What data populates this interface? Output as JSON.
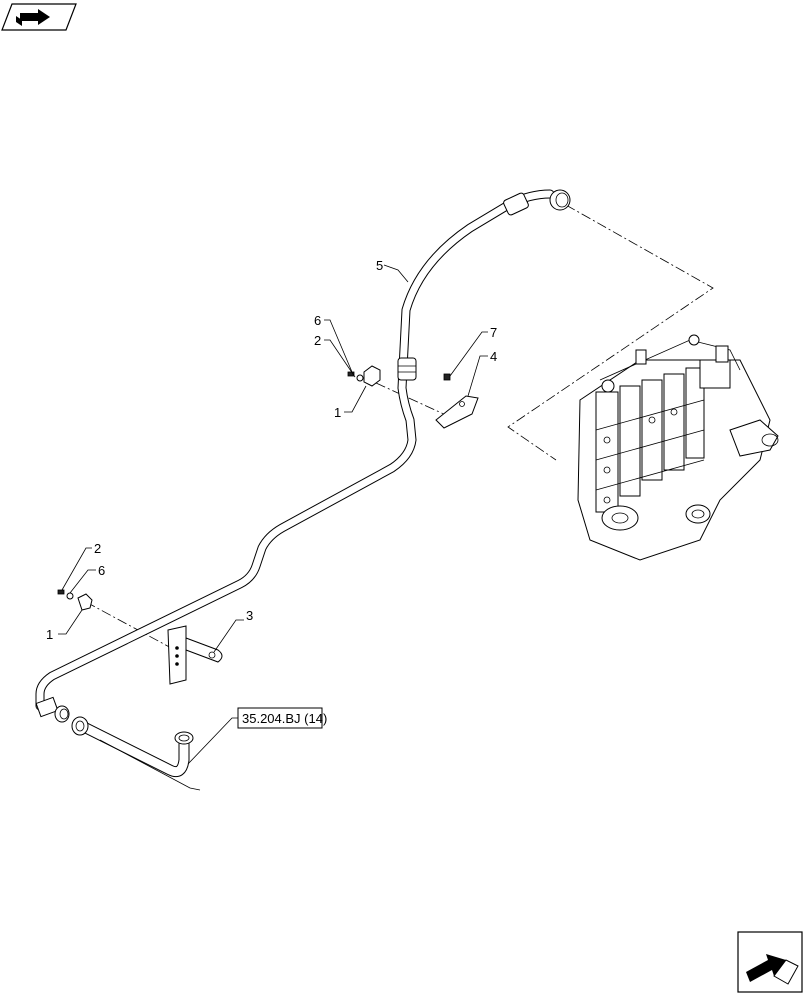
{
  "callouts": [
    {
      "id": "c5",
      "label": "5"
    },
    {
      "id": "c6a",
      "label": "6"
    },
    {
      "id": "c2a",
      "label": "2"
    },
    {
      "id": "c1a",
      "label": "1"
    },
    {
      "id": "c7",
      "label": "7"
    },
    {
      "id": "c4",
      "label": "4"
    },
    {
      "id": "c2b",
      "label": "2"
    },
    {
      "id": "c6b",
      "label": "6"
    },
    {
      "id": "c1b",
      "label": "1"
    },
    {
      "id": "c3",
      "label": "3"
    }
  ],
  "reference": {
    "label": "35.204.BJ (14)"
  },
  "icons": {
    "top_left": "view-direction-arrow-icon",
    "bottom_right": "next-page-arrow-icon"
  }
}
